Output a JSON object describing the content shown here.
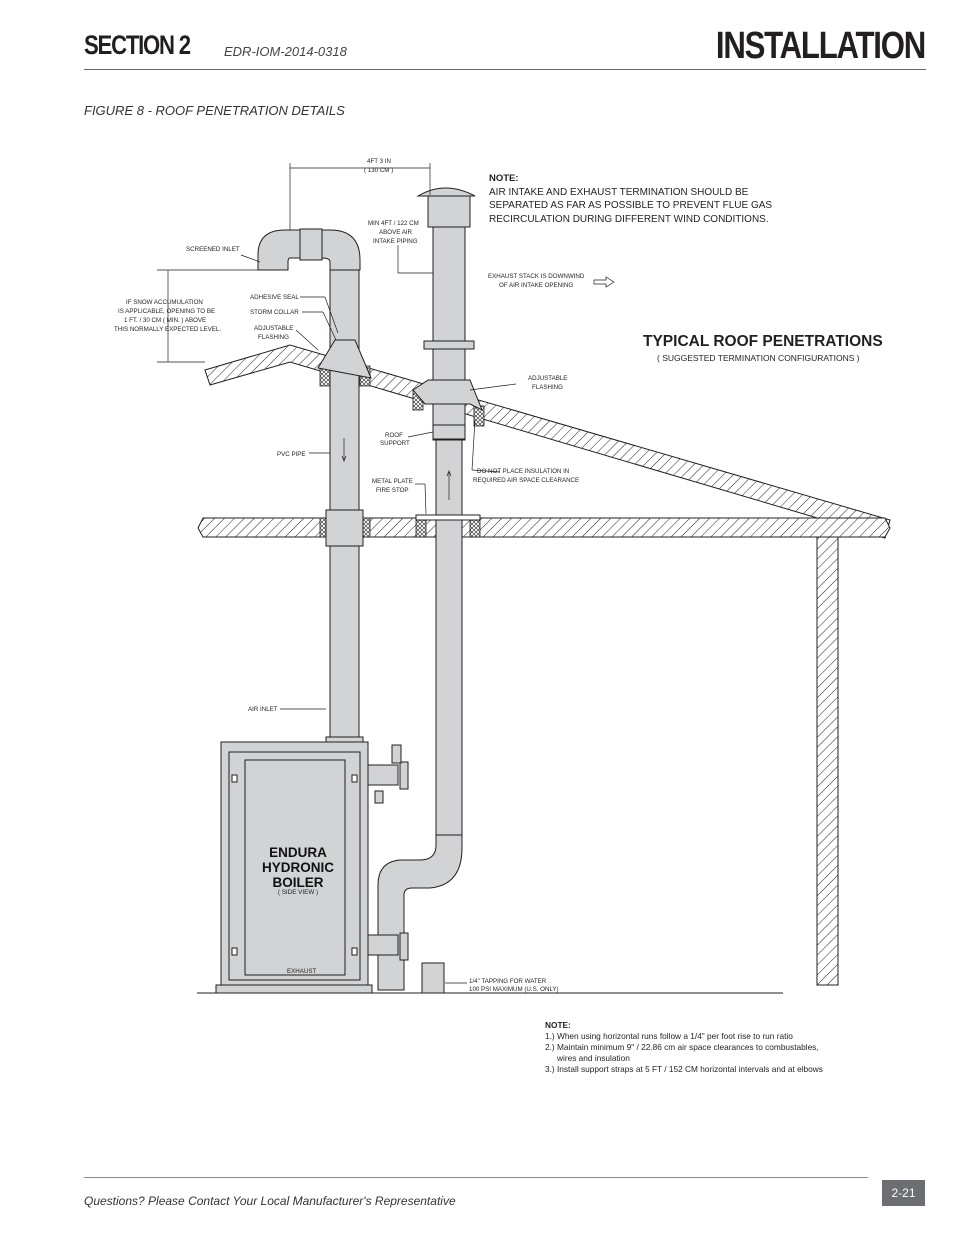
{
  "header": {
    "section": "SECTION 2",
    "doc_code": "EDR-IOM-2014-0318",
    "title": "INSTALLATION"
  },
  "figure": {
    "caption": "FIGURE 8 - ROOF PENETRATION DETAILS",
    "labels": {
      "dim_top_1": "4FT 3 IN",
      "dim_top_2": "( 130 CM )",
      "min_above_1": "MIN 4FT / 122 CM",
      "min_above_2": "ABOVE AIR",
      "min_above_3": "INTAKE PIPING",
      "screened_inlet": "SCREENED INLET",
      "snow_1": "IF SNOW ACCUMULATION",
      "snow_2": "IS APPLICABLE, OPENING TO BE",
      "snow_3": "1 FT. / 30 CM ( MIN. ) ABOVE",
      "snow_4": "THIS NORMALLY EXPECTED LEVEL.",
      "adhesive_seal": "ADHESIVE SEAL",
      "storm_collar": "STORM COLLAR",
      "adj_flashing_l1": "ADJUSTABLE",
      "adj_flashing_l2": "FLASHING",
      "exhaust_stack_1": "EXHAUST STACK IS DOWNWIND",
      "exhaust_stack_2": "OF AIR INTAKE OPENING",
      "adj_flashing_r1": "ADJUSTABLE",
      "adj_flashing_r2": "FLASHING",
      "roof_support_1": "ROOF",
      "roof_support_2": "SUPPORT",
      "pvc_pipe": "PVC PIPE",
      "no_insulation_1": "DO NOT PLACE INSULATION IN",
      "no_insulation_2": "REQUIRED AIR SPACE CLEARANCE",
      "metal_plate_1": "METAL PLATE",
      "metal_plate_2": "FIRE STOP",
      "air_inlet": "AIR INLET",
      "exhaust": "EXHAUST",
      "tapping_1": "1/4\" TAPPING FOR WATER",
      "tapping_2": "100 PSI MAXIMUM (U.S. ONLY)"
    },
    "note_top": {
      "title": "NOTE:",
      "lines": [
        "AIR INTAKE AND EXHAUST TERMINATION SHOULD BE",
        "SEPARATED AS FAR AS POSSIBLE TO PREVENT FLUE GAS",
        "RECIRCULATION DURING DIFFERENT WIND CONDITIONS."
      ]
    },
    "typical": {
      "title": "TYPICAL ROOF PENETRATIONS",
      "subtitle": "( SUGGESTED TERMINATION CONFIGURATIONS )"
    },
    "boiler": {
      "lines": [
        "ENDURA",
        "HYDRONIC",
        "BOILER"
      ],
      "sub": "( SIDE VIEW )"
    }
  },
  "notes_bottom": {
    "title": "NOTE:",
    "items": [
      "1.) When using horizontal runs follow a 1/4\" per foot rise to run ratio",
      "2.) Maintain minimum 9\" / 22.86 cm air space clearances to combustables,",
      "wires and insulation",
      "3.) Install support straps at 5 FT / 152 CM horizontal intervals and at elbows"
    ]
  },
  "footer": {
    "text": "Questions?  Please Contact Your Local Manufacturer's Representative",
    "page": "2-21"
  },
  "colors": {
    "pipe_fill": "#d1d3d4",
    "line": "#231f20",
    "page_tab": "#6d6e71"
  }
}
